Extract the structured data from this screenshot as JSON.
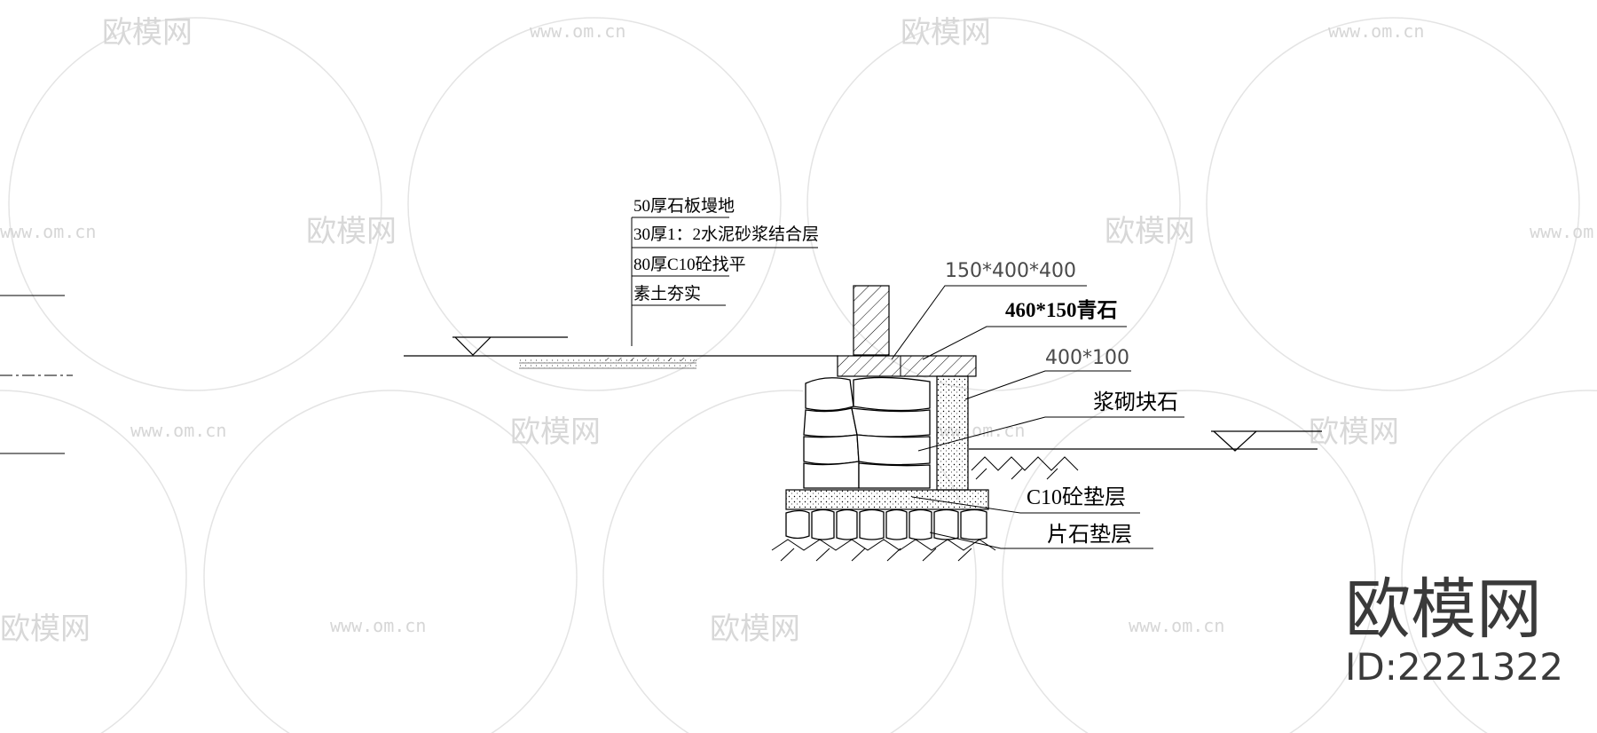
{
  "layer_labels": [
    "50厚石板墁地",
    "30厚1：2水泥砂浆结合层",
    "80厚C10砼找平",
    "素土夯实"
  ],
  "callouts": {
    "cap_size": "150*400*400",
    "bluestone": "460*150青石",
    "plaster": "400*100",
    "rubble": "浆砌块石",
    "c10_cushion": "C10砼垫层",
    "stone_cushion": "片石垫层"
  },
  "watermark": {
    "brand": "欧模网",
    "url": "www.om.cn"
  },
  "brand_mark": {
    "name": "欧模网",
    "id": "ID:2221322"
  },
  "colors": {
    "ink": "#000000",
    "watermark": "#d8d8d8",
    "brand": "#3a3a3a"
  }
}
